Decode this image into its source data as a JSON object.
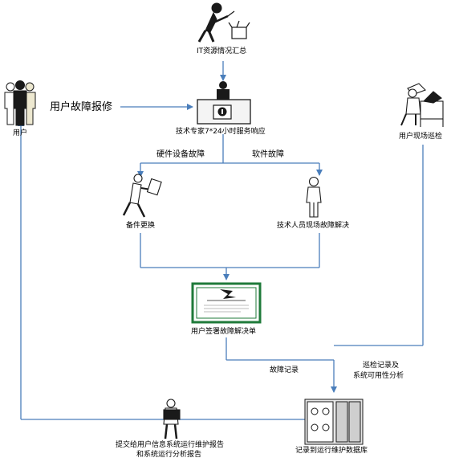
{
  "nodes": {
    "it_summary": "IT资源情况汇总",
    "expert": "技术专家7*24小时服务响应",
    "user": "用户",
    "user_report": "用户故障报修",
    "onsite_patrol": "用户现场巡检",
    "hardware_fault": "硬件设备故障",
    "software_fault": "软件故障",
    "spare_replace": "备件更换",
    "tech_onsite": "技术人员现场故障解决",
    "sign_sheet": "用户签署故障解决单",
    "fault_record": "故障记录",
    "patrol_record_line1": "巡检记录及",
    "patrol_record_line2": "系统可用性分析",
    "db_record": "记录到运行维护数据库",
    "report_line1": "提交给用户信息系统运行维护报告",
    "report_line2": "和系统运行分析报告"
  },
  "colors": {
    "arrow": "#4a7ebb",
    "cert_border": "#1f7a3a",
    "figure": "#1a1a1a"
  }
}
